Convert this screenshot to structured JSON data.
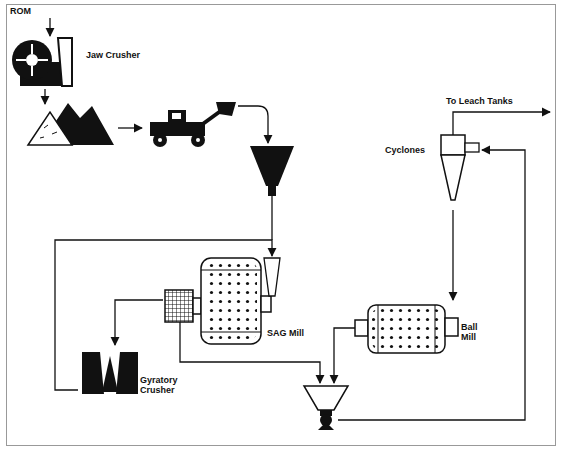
{
  "diagram": {
    "nodes": [
      {
        "text": [
          "Jaw Crusher"
        ]
      },
      {
        "text": [
          "SAG Mill"
        ]
      },
      {
        "text": [
          "Gyratory Crusher"
        ]
      },
      {
        "text": [
          "Ball Mill"
        ]
      },
      {
        "text": [
          "Cyclones"
        ]
      }
    ],
    "edges": [
      {
        "from": 1,
        "to": 2,
        "arrow": "to"
      },
      {
        "from": 2,
        "to": 1,
        "arrow": "to"
      },
      {
        "from": 4,
        "to": 3,
        "arrow": "to"
      }
    ],
    "labels": [
      "ROM",
      "To Leach Tanks"
    ]
  }
}
